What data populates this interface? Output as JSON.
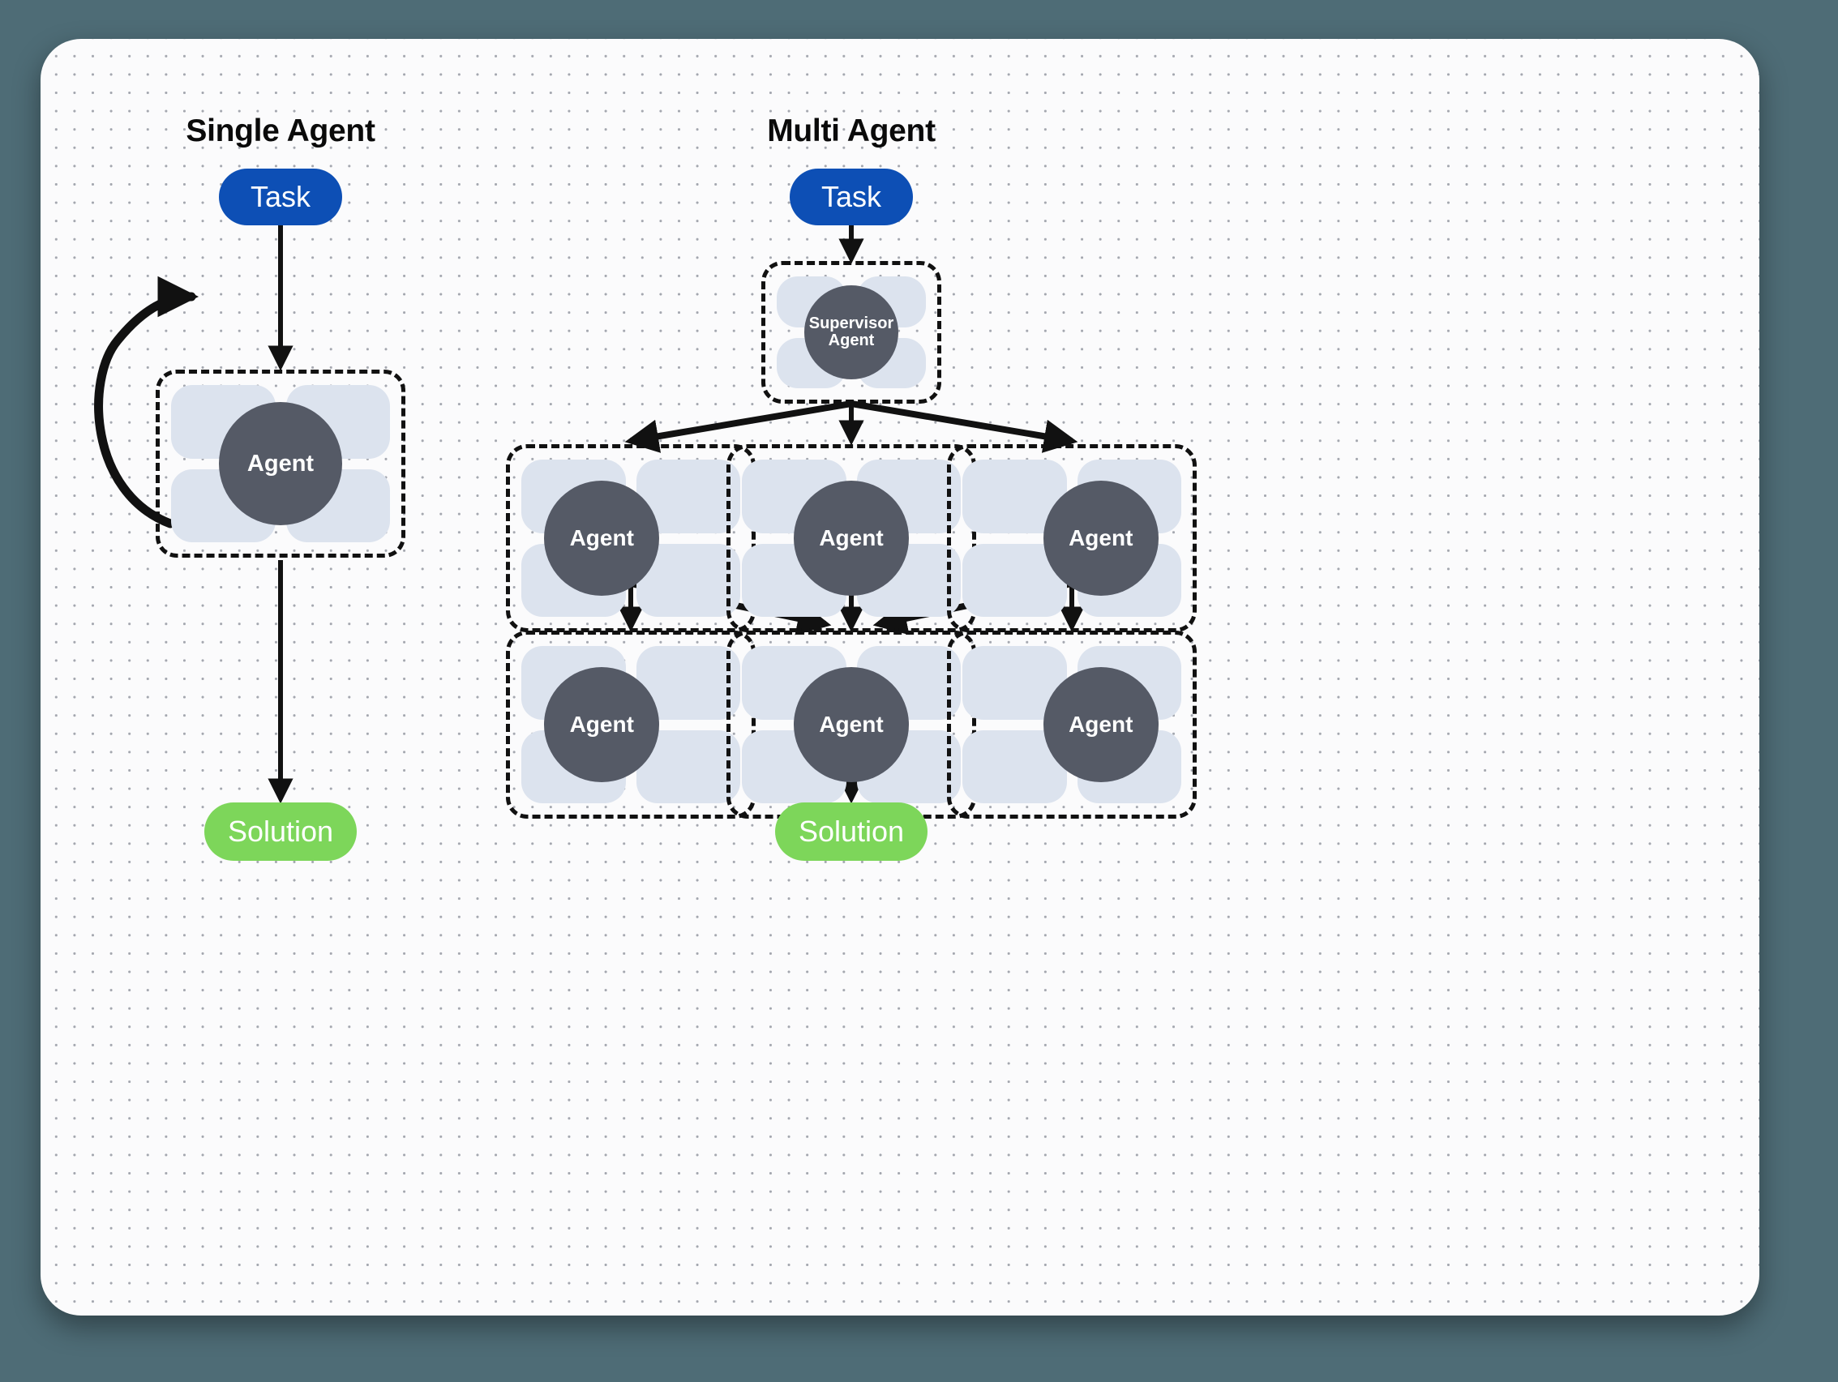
{
  "background_color": "#4e6c76",
  "card": {
    "background": "#fbfbfc",
    "dot_color": "#8b8f99"
  },
  "colors": {
    "task": "#0d4fb5",
    "solution": "#7dd65a",
    "agent_core": "#555a66",
    "agent_tile": "#dce3ee",
    "edge": "#111111",
    "dashed_border": "#111111"
  },
  "columns": [
    {
      "id": "single-agent",
      "title": "Single Agent",
      "nodes": {
        "task": "Task",
        "agent": "Agent",
        "solution": "Solution"
      }
    },
    {
      "id": "multi-agent",
      "title": "Multi Agent",
      "nodes": {
        "task": "Task",
        "supervisor": "Supervisor\nAgent",
        "supervisor_line1": "Supervisor",
        "supervisor_line2": "Agent",
        "agent": "Agent",
        "solution": "Solution"
      }
    }
  ],
  "single_agent": {
    "title": "Single Agent",
    "task_label": "Task",
    "agent_label": "Agent",
    "solution_label": "Solution"
  },
  "multi_agent": {
    "title": "Multi Agent",
    "task_label": "Task",
    "supervisor_label_line1": "Supervisor",
    "supervisor_label_line2": "Agent",
    "solution_label": "Solution",
    "row1": [
      {
        "label": "Agent"
      },
      {
        "label": "Agent"
      },
      {
        "label": "Agent"
      }
    ],
    "row2": [
      {
        "label": "Agent"
      },
      {
        "label": "Agent"
      },
      {
        "label": "Agent"
      }
    ]
  }
}
